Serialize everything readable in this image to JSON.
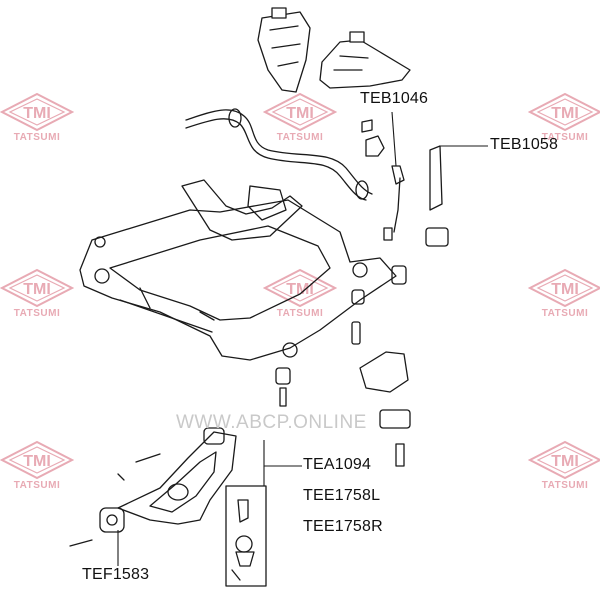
{
  "watermark": {
    "brand": "TMI",
    "brand_sub": "TATSUMI",
    "site": "WWW.ABCP.ONLINE",
    "color": "#e8aab4"
  },
  "parts": [
    {
      "id": "teb1046",
      "code": "TEB1046"
    },
    {
      "id": "teb1058",
      "code": "TEB1058"
    },
    {
      "id": "tea1094",
      "code": "TEA1094"
    },
    {
      "id": "tee1758l",
      "code": "TEE1758L"
    },
    {
      "id": "tee1758r",
      "code": "TEE1758R"
    },
    {
      "id": "tef1583",
      "code": "TEF1583"
    }
  ],
  "line_color": "#1a1a1a"
}
